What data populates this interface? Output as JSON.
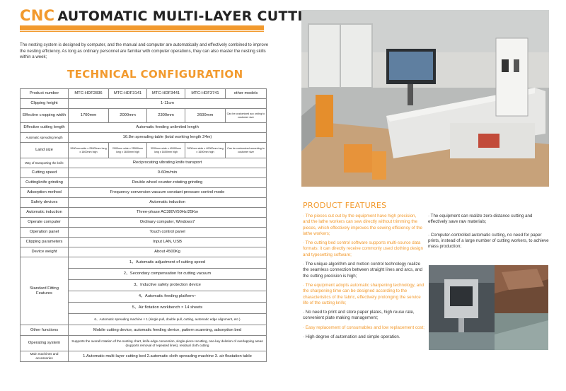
{
  "header": {
    "brand": "CNC",
    "title": "AUTOMATIC MULTI-LAYER CUTTING SYSTEM"
  },
  "intro": "The nesting system is designed by computer, and the manual and computer are automatically and effectively combined to improve the nesting efficiency. As long as ordinary personnel are familiar with computer operations, they can also master the nesting skills within a week;",
  "section_title": "TECHNICAL CONFIGURATION",
  "spec": {
    "product_number": {
      "label": "Product number",
      "models": [
        "MTC-HDF2836",
        "MTC-HDF3141",
        "MTC-HDF3441",
        "MTC-HDF3741"
      ],
      "other": "other models"
    },
    "clipping_height": {
      "label": "Clipping height",
      "value": "1-11cm"
    },
    "effective_cropping_width": {
      "label": "Effective cropping width",
      "values": [
        "1700mm",
        "2000mm",
        "2300mm",
        "2600mm"
      ],
      "custom": "Can be customized acc ording to customer size"
    },
    "effective_cutting_length": {
      "label": "Effective cutting length",
      "value": "Automatic feeding unlimited length"
    },
    "automatic_spreading_length": {
      "label": "Automatic spreading length",
      "value": "16.8m spreading table (total working length 24m)"
    },
    "land_size": {
      "label": "Land size",
      "values": [
        "2600mm wide x 25000mm long x 1600mm high",
        "2900mm wide x 25500mm long x 1600mm high",
        "3200mm wide x 40000mm long x 1600mm high",
        "3900mm wide x 40000mm long x 1600mm high"
      ],
      "custom": "Can be customized according to customer size"
    },
    "knife_transport": {
      "label": "Way of transporting the knife",
      "value": "Reciprocating vibrating knife transport"
    },
    "cutting_speed": {
      "label": "Cutting speed",
      "value": "0-60m/min"
    },
    "knife_grinding": {
      "label": "Cuttingknife grinding",
      "value": "Double wheel counter-rotating grinding"
    },
    "adsorption": {
      "label": "Adsorption method",
      "value": "Frequency conversion vacuum constant pressure control mode"
    },
    "safety": {
      "label": "Safety devices",
      "value": "Automatic induction"
    },
    "automatic_induction": {
      "label": "Automatic induction",
      "value": "Three-phase AC380V/50Hz/25Kw"
    },
    "operate_computer": {
      "label": "Operate computer",
      "value": "Ordinary computer, Windows7"
    },
    "operation_panel": {
      "label": "Operation panel",
      "value": "Touch control panel"
    },
    "clipping_parameters": {
      "label": "Clipping parameters",
      "value": "Input LAN, USB"
    },
    "device_weight": {
      "label": "Device weight",
      "value": "About 4500Kg"
    },
    "standard_fitting": {
      "label": "Standard Fitting Features",
      "items": [
        "1、Automatic adjustment of cutting speed",
        "2、Secondary compensation for cutting vacuum",
        "3、Inductive safety protection device",
        "4、Automatic feeding platform~",
        "5、Air flotation workbench × 14 sheets",
        "6、Automatic spreading machine × 1 (single pull, double pull, cutting, automatic edge alignment, etc.)"
      ]
    },
    "other_functions": {
      "label": "Other functions",
      "value": "Mobile cutting device, automatic feeding device, pattern scanning, adsorption bed"
    },
    "operating_system": {
      "label": "Operating system",
      "value": "Supports the overall rotation of the nesting chart, knife-edge conversion, single-piece recutting, one-key deletion of overlapping areas (supports removal of repeated lines), residual cloth cutting"
    },
    "main_machines": {
      "label": "Main machines and accessories",
      "value": "1.Automatic multi-layer cutting bed 2.automatic cloth spreading machine 3. air floatation table"
    }
  },
  "features": {
    "title": "PRODUCT FEATURES",
    "left": [
      "· The pieces cut out by the equipment have high precision, and the lathe workers can sew directly without trimming the pieces, which effectively improves the sewing efficiency of the lathe workers;",
      "· The cutting bed control software supports multi-source data formats: it can directly receive commonly used clothing design and typesetting software;",
      "· The unique algorithm and motion control technology realize the seamless connection between straight lines and arcs, and the cutting precision is high;",
      "· The equipment adopts automatic sharpening technology, and the sharpening time can be designed according to the characteristics of the fabric, effectively prolonging the service life of the cutting knife;",
      "· No need to print and store paper plates, high reuse rate, convenient plate making management;",
      "· Easy replacement of consumables and low replacement cost;",
      "· High degree of automation and simple operation."
    ],
    "right": [
      "· The equipment can realize zero-distance cutting and effectively save raw materials;",
      "· Computer-controlled automatic cutting, no need for paper prints, instead of a large number of cutting workers, to achieve mass production;"
    ]
  },
  "colors": {
    "accent": "#f29a2e",
    "text": "#333333"
  }
}
